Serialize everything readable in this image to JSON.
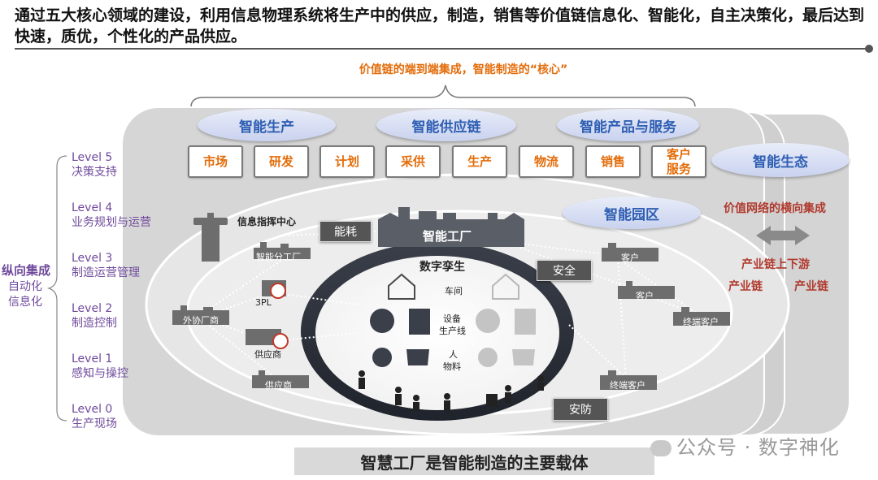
{
  "header": {
    "text": "通过五大核心领域的建设，利用信息物理系统将生产中的供应，制造，销售等价值链信息化、智能化，自主决策化，最后达到快速，质优，个性化的产品供应。"
  },
  "top_caption": "价值链的端到端集成，智能制造的“核心”",
  "left_axis": {
    "title": "纵向集成",
    "sub1": "自动化",
    "sub2": "信息化",
    "levels": [
      {
        "level": "Level 5",
        "name": "决策支持"
      },
      {
        "level": "Level 4",
        "name": "业务规划与运营"
      },
      {
        "level": "Level 3",
        "name": "制造运营管理"
      },
      {
        "level": "Level 2",
        "name": "制造控制"
      },
      {
        "level": "Level 1",
        "name": "感知与操控"
      },
      {
        "level": "Level 0",
        "name": "生产现场"
      }
    ]
  },
  "domains": {
    "production": "智能生产",
    "supply_chain": "智能供应链",
    "product_service": "智能产品与服务",
    "ecosystem": "智能生态",
    "park": "智能园区"
  },
  "value_chain": [
    "市场",
    "研发",
    "计划",
    "采供",
    "生产",
    "物流",
    "销售",
    "客户服务"
  ],
  "factory": {
    "title": "智能工厂",
    "digital_twin": "数字孪生",
    "workshop": "车间",
    "equipment": "设备",
    "line": "生产线",
    "people": "人",
    "material": "物料"
  },
  "tags": {
    "energy": "能耗",
    "safety": "安全",
    "security": "安防"
  },
  "nodes": {
    "command_center": "信息指挥中心",
    "branch_factory": "智能分工厂",
    "three_pl": "3PL",
    "outsource": "外协厂商",
    "supplier_a": "供应商",
    "supplier_b": "供应商",
    "customer_a": "客户",
    "customer_b": "客户",
    "end_customer_a": "终端客户",
    "end_customer_b": "终端客户"
  },
  "right_panel": {
    "horizontal": "价值网络的横向集成",
    "updown": "产业链上下游",
    "chain_left": "产业链",
    "chain_right": "产业链"
  },
  "footer": "智慧工厂是智能制造的主要载体",
  "watermark": "公众号 · 数字神化",
  "colors": {
    "accent_orange": "#e36c09",
    "level_purple": "#6f4a9c",
    "domain_blue": "#2f5fb3",
    "industry_red": "#b03a2e"
  }
}
